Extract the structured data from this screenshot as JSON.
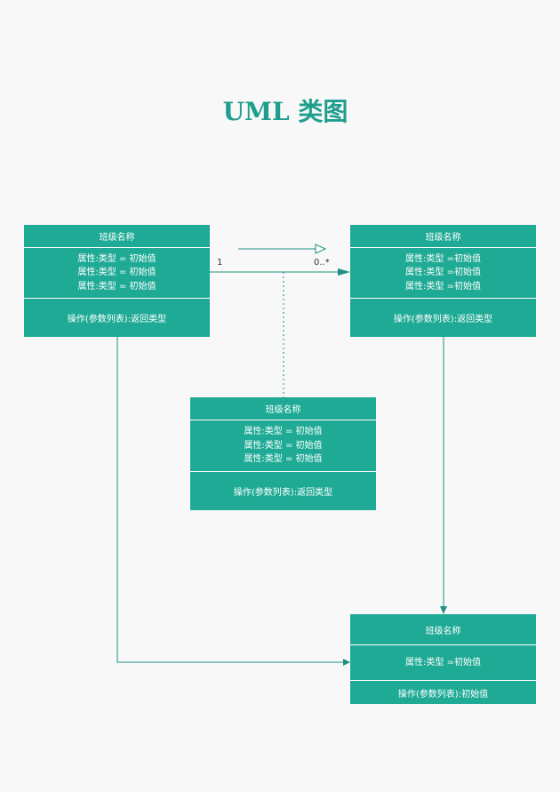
{
  "title": "UML 类图",
  "classes": {
    "a": {
      "name": "班级名称",
      "attrs": [
        "属性:类型 = 初始值",
        "属性:类型 = 初始值",
        "属性:类型 = 初始值"
      ],
      "op": "操作(参数列表):返回类型"
    },
    "b": {
      "name": "班级名称",
      "attrs": [
        "属性:类型 =初始值",
        "属性:类型 =初始值",
        "属性:类型 =初始值"
      ],
      "op": "操作(参数列表):返回类型"
    },
    "c": {
      "name": "班级名称",
      "attrs": [
        "属性:类型 = 初始值",
        "属性:类型 = 初始值",
        "属性:类型 = 初始值"
      ],
      "op": "操作(参数列表):返回类型"
    },
    "d": {
      "name": "班级名称",
      "attrs": [
        "属性:类型 =初始值"
      ],
      "op": "操作(参数列表):初始值"
    }
  },
  "association": {
    "left_mult": "1",
    "right_mult": "0..*"
  },
  "colors": {
    "fill": "#1faa95",
    "line": "#1f8f84",
    "title": "#1f9e8d"
  }
}
